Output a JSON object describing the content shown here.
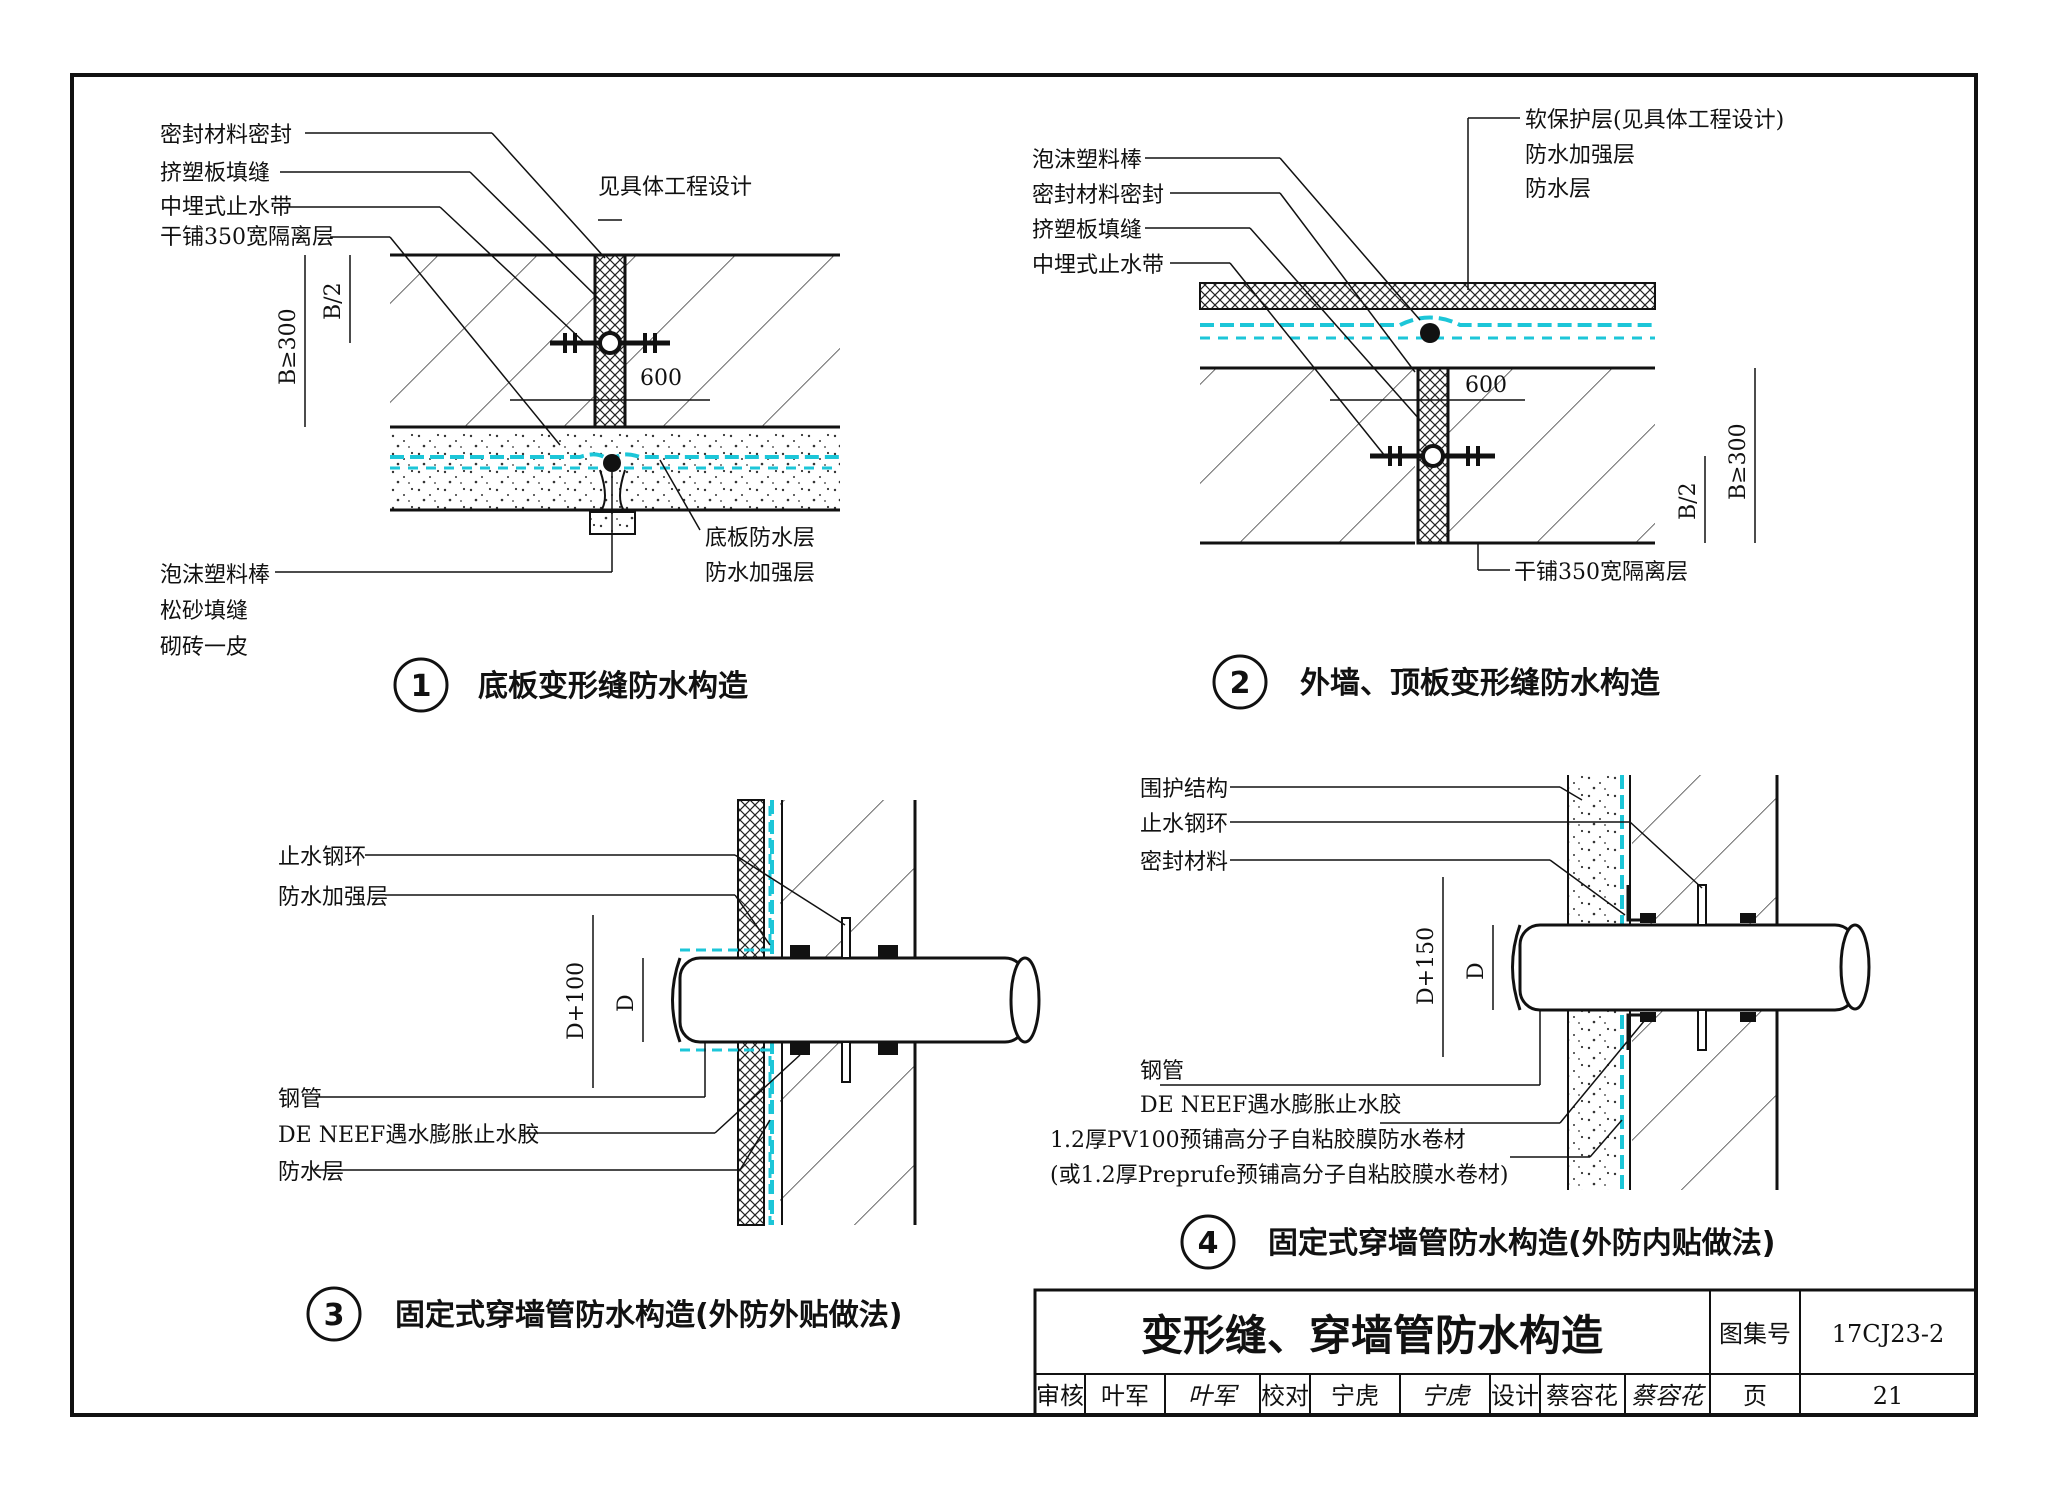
{
  "drawing_no": "17CJ23-2",
  "page_no": "21",
  "title": "变形缝、穿墙管防水构造",
  "title_block": {
    "atlas_label": "图集号",
    "page_label": "页",
    "review_label": "审核",
    "reviewer": "叶军",
    "reviewer_sig": "叶军",
    "check_label": "校对",
    "checker": "宁虎",
    "checker_sig": "宁虎",
    "design_label": "设计",
    "designer": "蔡容花",
    "designer_sig": "蔡容花"
  },
  "details": [
    {
      "num": "1",
      "caption": "底板变形缝防水构造",
      "labels": [
        "密封材料密封",
        "挤塑板填缝",
        "中埋式止水带",
        "干铺350宽隔离层",
        "见具体工程设计",
        "泡沫塑料棒",
        "松砂填缝",
        "砌砖一皮",
        "底板防水层",
        "防水加强层"
      ],
      "dims": [
        "B≥300",
        "B/2",
        "600"
      ]
    },
    {
      "num": "2",
      "caption": "外墙、顶板变形缝防水构造",
      "labels": [
        "泡沫塑料棒",
        "密封材料密封",
        "挤塑板填缝",
        "中埋式止水带",
        "软保护层(见具体工程设计)",
        "防水加强层",
        "防水层",
        "干铺350宽隔离层"
      ],
      "dims": [
        "600",
        "B≥300",
        "B/2"
      ]
    },
    {
      "num": "3",
      "caption": "固定式穿墙管防水构造(外防外贴做法)",
      "labels": [
        "止水钢环",
        "防水加强层",
        "钢管",
        "DE NEEF遇水膨胀止水胶",
        "防水层"
      ],
      "dims": [
        "D+100",
        "D"
      ]
    },
    {
      "num": "4",
      "caption": "固定式穿墙管防水构造(外防内贴做法)",
      "labels": [
        "围护结构",
        "止水钢环",
        "密封材料",
        "钢管",
        "DE NEEF遇水膨胀止水胶",
        "1.2厚PV100预铺高分子自粘胶膜防水卷材",
        "(或1.2厚Preprufe预铺高分子自粘胶膜水卷材)"
      ],
      "dims": [
        "D+150",
        "D"
      ]
    }
  ]
}
